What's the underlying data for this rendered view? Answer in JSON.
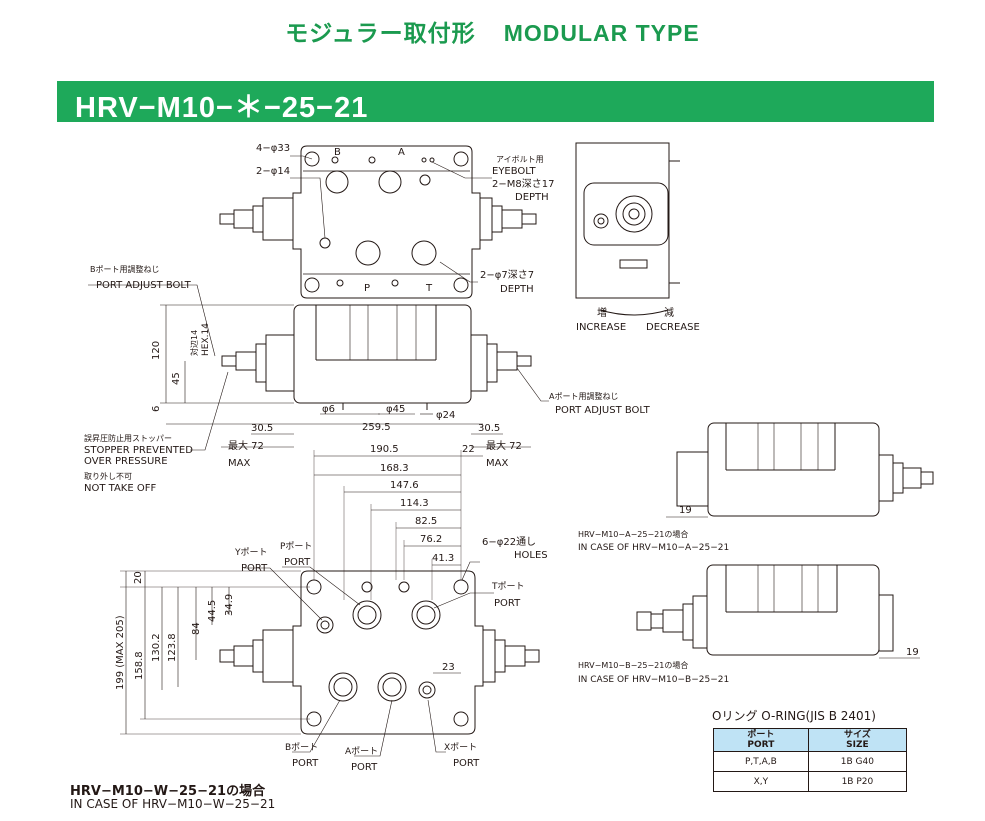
{
  "header": {
    "title_jp": "モジュラー取付形",
    "title_en": "MODULAR  TYPE",
    "model": "HRV−M10−＊−25−21"
  },
  "labels": {
    "four_phi33": "4−φ33",
    "two_phi14": "2−φ14",
    "b": "B",
    "a": "A",
    "p": "P",
    "t": "T",
    "eyebolt_jp": "アイボルト用",
    "eyebolt_en": "EYEBOLT",
    "m8_depth17": "2−M8深さ17",
    "depth": "DEPTH",
    "two_phi7": "2−φ7深さ7",
    "depth2": "DEPTH",
    "b_port_adjust_jp": "Bポート用調整ねじ",
    "port_adjust_bolt": "PORT ADJUST BOLT",
    "a_port_adjust_jp": "Aポート用調整ねじ",
    "port_adjust_bolt2": "PORT ADJUST BOLT",
    "increase_jp": "増",
    "decrease_jp": "減",
    "increase_en": "INCREASE",
    "decrease_en": "DECREASE",
    "hex_jp": "対辺14",
    "hex_en": "HEX.14",
    "dim_120": "120",
    "dim_45": "45",
    "dim_6": "6",
    "phi6": "φ6",
    "phi45": "φ45",
    "phi24": "φ24",
    "dim_259_5": "259.5",
    "dim_30_5_l": "30.5",
    "dim_30_5_r": "30.5",
    "max72_l": "最大 72",
    "max72_r": "最大 72",
    "max_l": "MAX",
    "max_r": "MAX",
    "stopper_jp": "誤昇圧防止用ストッパー",
    "stopper_en1": "STOPPER PREVENTED",
    "stopper_en2": "OVER PRESSURE",
    "not_take_off_jp": "取り外し不可",
    "not_take_off_en": "NOT TAKE OFF",
    "dim_190_5": "190.5",
    "dim_22": "22",
    "dim_168_3": "168.3",
    "dim_147_6": "147.6",
    "dim_114_3": "114.3",
    "dim_82_5": "82.5",
    "dim_76_2": "76.2",
    "dim_41_3": "41.3",
    "holes_jp": "6−φ22通し",
    "holes_en": "HOLES",
    "y_port_jp": "Yポート",
    "y_port_en": "PORT",
    "p_port_jp": "Pポート",
    "p_port_en": "PORT",
    "t_port_jp": "Tポート",
    "t_port_en": "PORT",
    "b_port_jp": "Bポート",
    "b_port_en": "PORT",
    "a_port_jp": "Aポート",
    "a_port_en": "PORT",
    "x_port_jp": "Xポート",
    "x_port_en": "PORT",
    "dim_20": "20",
    "dim_44_5": "44.5",
    "dim_34_9": "34.9",
    "dim_84": "84",
    "dim_123_8": "123.8",
    "dim_130_2": "130.2",
    "dim_158_8": "158.8",
    "dim_199": "199 (MAX 205)",
    "dim_23": "23",
    "dim_19_a": "19",
    "dim_19_b": "19",
    "case_a_jp": "HRV−M10−A−25−21の場合",
    "case_a_en": "IN CASE OF HRV−M10−A−25−21",
    "case_b_jp": "HRV−M10−B−25−21の場合",
    "case_b_en": "IN CASE OF HRV−M10−B−25−21"
  },
  "oring": {
    "title": "Oリング  O-RING(JIS B 2401)",
    "headers": {
      "port_jp": "ポート",
      "port_en": "PORT",
      "size_jp": "サイズ",
      "size_en": "SIZE"
    },
    "rows": [
      {
        "port": "P,T,A,B",
        "size": "1B G40"
      },
      {
        "port": "X,Y",
        "size": "1B P20"
      }
    ]
  },
  "caption": {
    "jp": "HRV−M10−W−25−21の場合",
    "en": "IN CASE OF HRV−M10−W−25−21"
  }
}
